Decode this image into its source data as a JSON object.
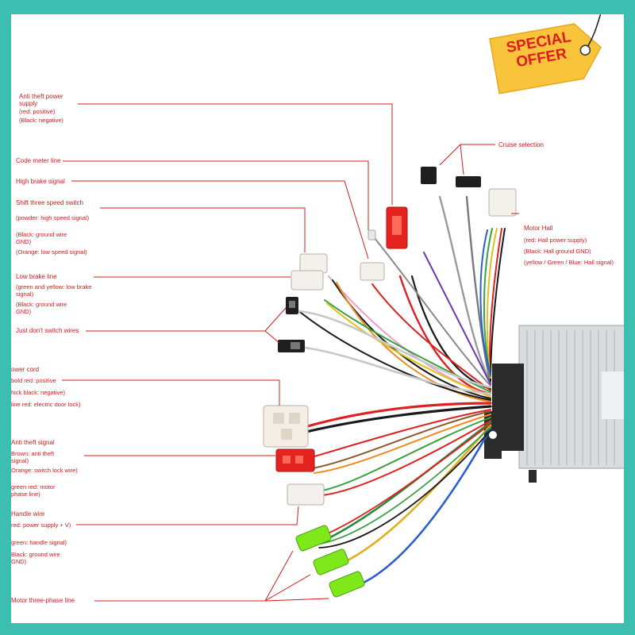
{
  "badge": {
    "text": "SPECIAL\nOFFER",
    "bg_color": "#f7c43c",
    "text_color": "#e01b1b"
  },
  "colors": {
    "frame_border": "#3cbfb0",
    "callout": "#d21c1c",
    "housing": "#d9dcde"
  },
  "labels": {
    "anti_theft_power": {
      "title": "Anti theft power supply",
      "red": "(red: positive)",
      "black": "(Black: negative)"
    },
    "code_meter": {
      "title": "Code meter line"
    },
    "high_brake": {
      "title": "High brake signal"
    },
    "shift_speed": {
      "title": "Shift three speed switch",
      "powder": "(powder: high speed signal)",
      "black": "(Black: ground wire GND)",
      "orange": "(Orange: low speed signal)"
    },
    "low_brake": {
      "title": "Low brake line",
      "green_yellow": "(green and yellow: low brake signal)",
      "black": "(Black: ground wire GND)"
    },
    "just_dont": {
      "title": "Just don't switch wires"
    },
    "power_cord": {
      "title": "ower cord",
      "bold_red": "bold red: positive",
      "thick_black": "hick black: negative)",
      "line_red": "line red: electric door lock)"
    },
    "anti_theft_signal": {
      "title": "Anti theft signal",
      "brown": "Brown: anti theft signal)",
      "orange": "Orange: switch lock wire)",
      "green_red": "green red: motor phase line)"
    },
    "handle_wire": {
      "title": "Handle wire",
      "red": "red: power supply + V)",
      "green": "green: handle signal)",
      "black": "Black: ground wire GND)"
    },
    "motor_three_phase": {
      "title": "Motor three-phase line"
    },
    "cruise": {
      "title": "Cruise selection"
    },
    "motor_hall": {
      "title": "Motor Hall",
      "red": "(red: Hall power supply)",
      "black": "(Black: Hall ground GND)",
      "ygb": "(yellow / Green / Blue: Hall signal)"
    }
  }
}
